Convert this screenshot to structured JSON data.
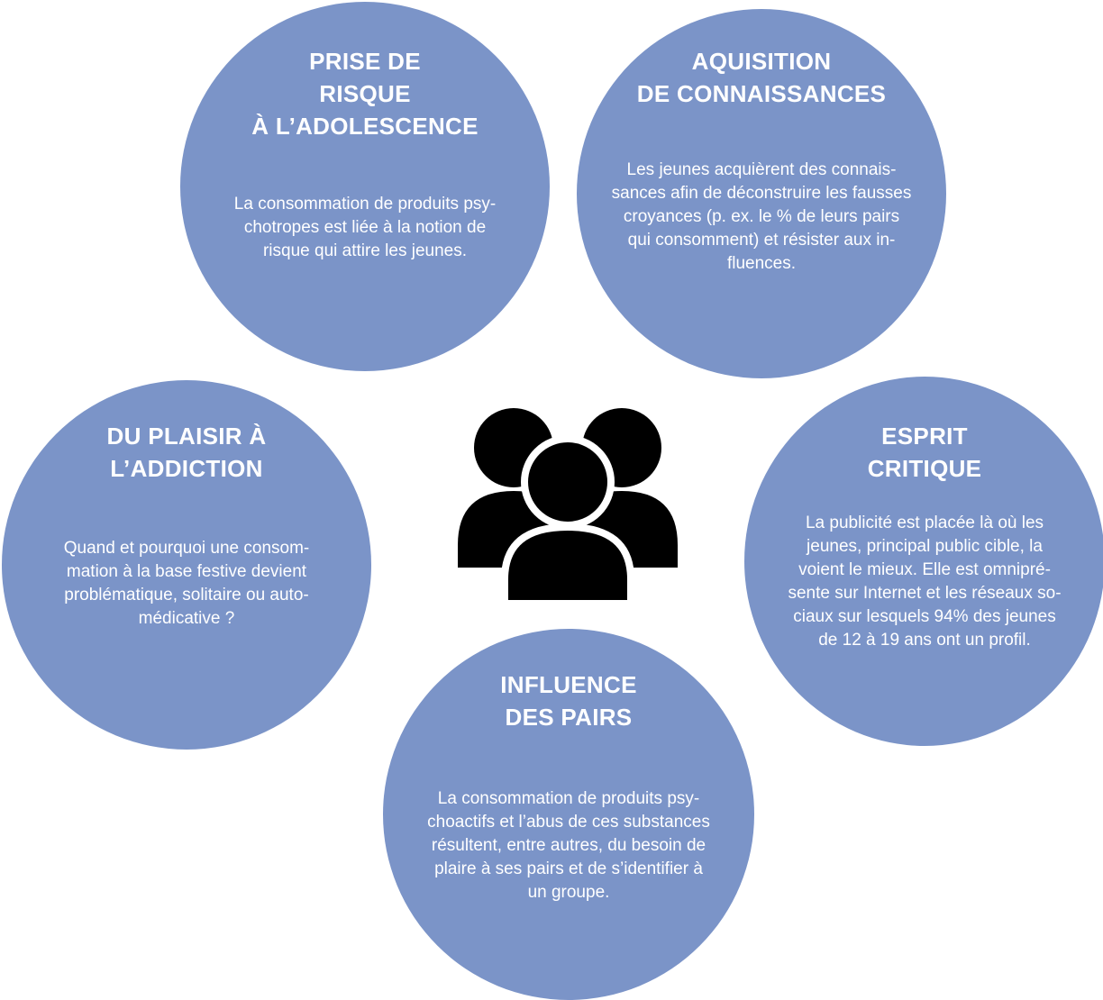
{
  "circles": [
    {
      "title": "PRISE DE\nRISQUE\nÀ L’ADOLESCENCE",
      "text": "La consommation de produits psy-\nchotropes est liée à la notion de\nrisque qui attire les jeunes."
    },
    {
      "title": "AQUISITION\nDE CONNAISSANCES",
      "text": "Les jeunes acquièrent des connais-\nsances afin de déconstruire les fausses\ncroyances (p. ex. le % de leurs pairs\nqui consomment) et résister aux in-\nfluences."
    },
    {
      "title": "DU PLAISIR À\nL’ADDICTION",
      "text": "Quand et pourquoi une consom-\nmation à la base festive devient\nproblématique, solitaire ou auto-\nmédicative ?"
    },
    {
      "title": "ESPRIT\nCRITIQUE",
      "text": "La publicité est placée là où les\njeunes, principal public cible, la\nvoient le mieux. Elle est omnipré-\nsente sur Internet et les réseaux so-\nciaux sur lesquels 94% des jeunes\nde 12 à 19 ans ont un profil."
    },
    {
      "title": "INFLUENCE\nDES PAIRS",
      "text": "La consommation de produits psy-\nchoactifs et l’abus de ces substances\nrésultent, entre autres, du besoin de\nplaire à ses pairs et de s’identifier à\nun groupe."
    }
  ],
  "center_icon": "people-group-icon",
  "colors": {
    "circle_fill": "#7b94c8",
    "text": "#ffffff",
    "icon": "#000000"
  }
}
